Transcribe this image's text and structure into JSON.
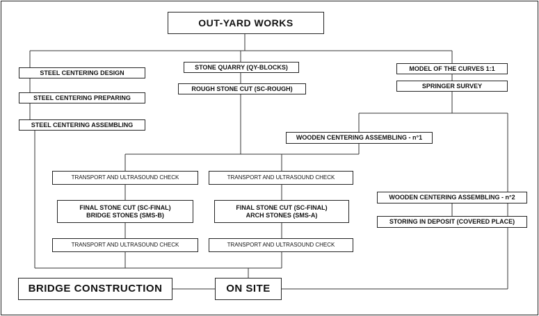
{
  "diagram": {
    "title": "OUT-YARD WORKS",
    "left_column": {
      "steel_design": "STEEL CENTERING DESIGN",
      "steel_preparing": "STEEL CENTERING PREPARING",
      "steel_assembling": "STEEL CENTERING ASSEMBLING"
    },
    "middle_column": {
      "stone_quarry": "STONE QUARRY  (QY-BLOCKS)",
      "rough_cut": "ROUGH STONE CUT (SC-ROUGH)"
    },
    "right_column": {
      "model_curves": "MODEL OF THE CURVES 1:1",
      "springer_survey": "SPRINGER SURVEY",
      "wooden_1": "WOODEN CENTERING ASSEMBLING - n°1",
      "wooden_2": "WOODEN CENTERING ASSEMBLING - n°2",
      "storing": "STORING IN DEPOSIT (COVERED PLACE)"
    },
    "bridge_branch": {
      "transport_top": "TRANSPORT AND ULTRASOUND CHECK",
      "final_cut_line1": "FINAL STONE CUT (SC-FINAL)",
      "final_cut_line2": "BRIDGE STONES (SMS-B)",
      "transport_bottom": "TRANSPORT AND ULTRASOUND CHECK"
    },
    "arch_branch": {
      "transport_top": "TRANSPORT AND ULTRASOUND CHECK",
      "final_cut_line1": "FINAL STONE CUT (SC-FINAL)",
      "final_cut_line2": "ARCH STONES (SMS-A)",
      "transport_bottom": "TRANSPORT AND ULTRASOUND CHECK"
    },
    "bridge_construction": "BRIDGE CONSTRUCTION",
    "on_site": "ON SITE"
  }
}
